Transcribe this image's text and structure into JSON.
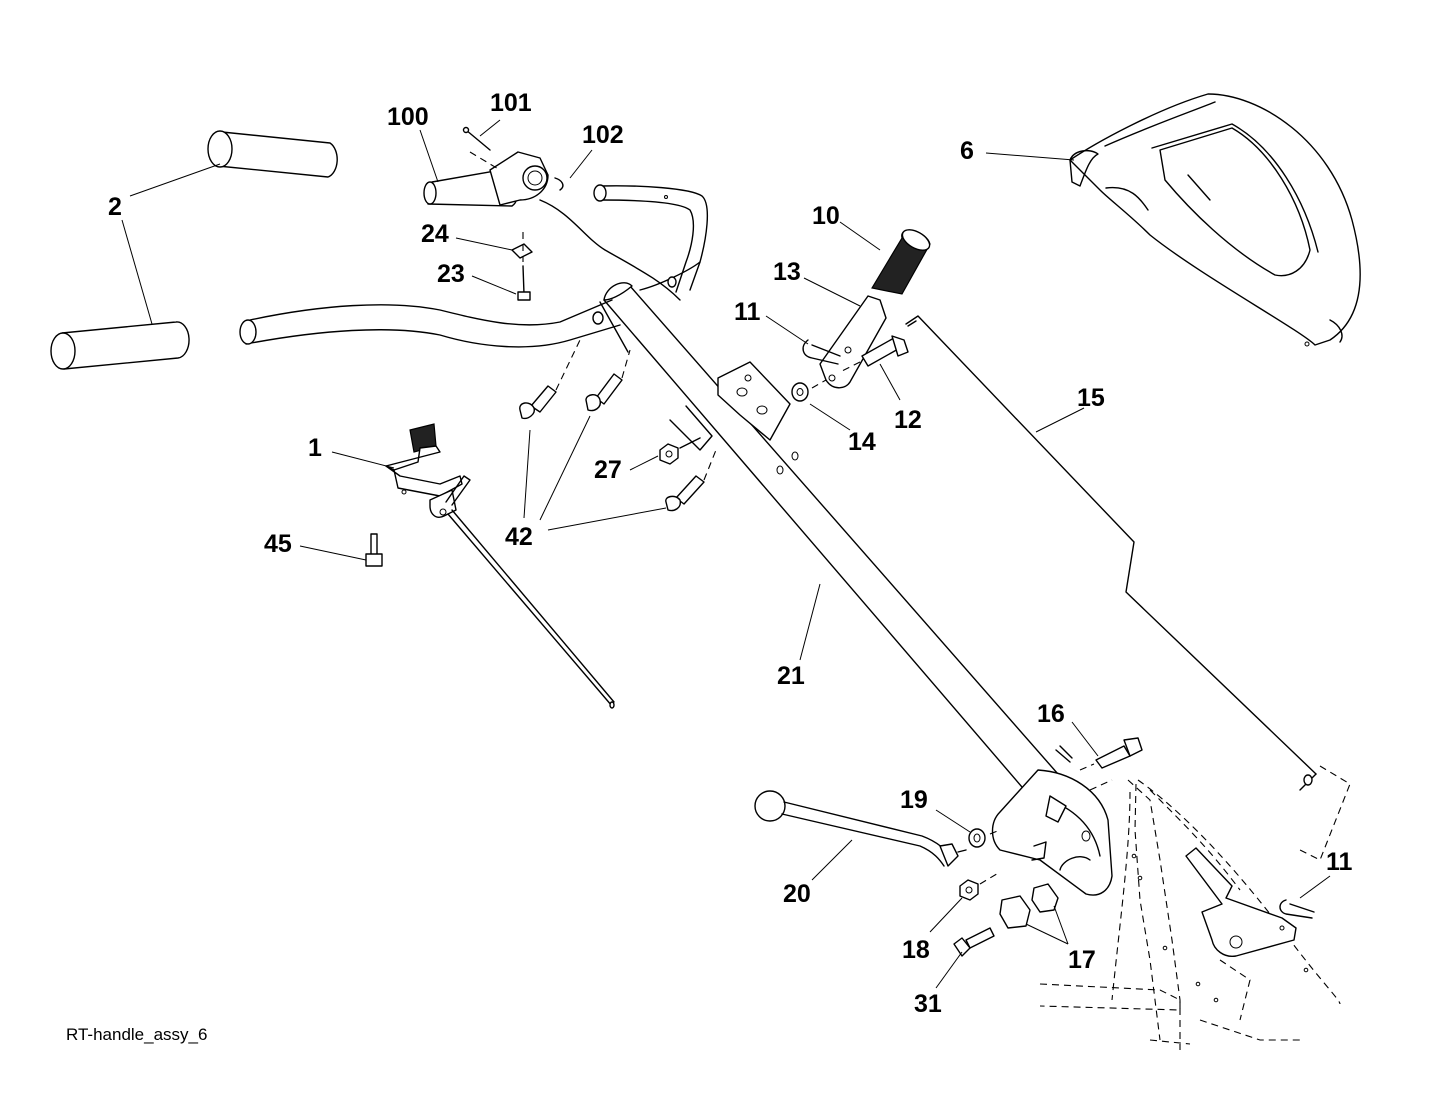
{
  "caption": "RT-handle_assy_6",
  "callouts": {
    "c1": "1",
    "c2": "2",
    "c6": "6",
    "c10": "10",
    "c11a": "11",
    "c11b": "11",
    "c12": "12",
    "c13": "13",
    "c14": "14",
    "c15": "15",
    "c16": "16",
    "c17": "17",
    "c18": "18",
    "c19": "19",
    "c20": "20",
    "c21": "21",
    "c23": "23",
    "c24": "24",
    "c27": "27",
    "c31": "31",
    "c42": "42",
    "c45": "45",
    "c100": "100",
    "c101": "101",
    "c102": "102"
  }
}
